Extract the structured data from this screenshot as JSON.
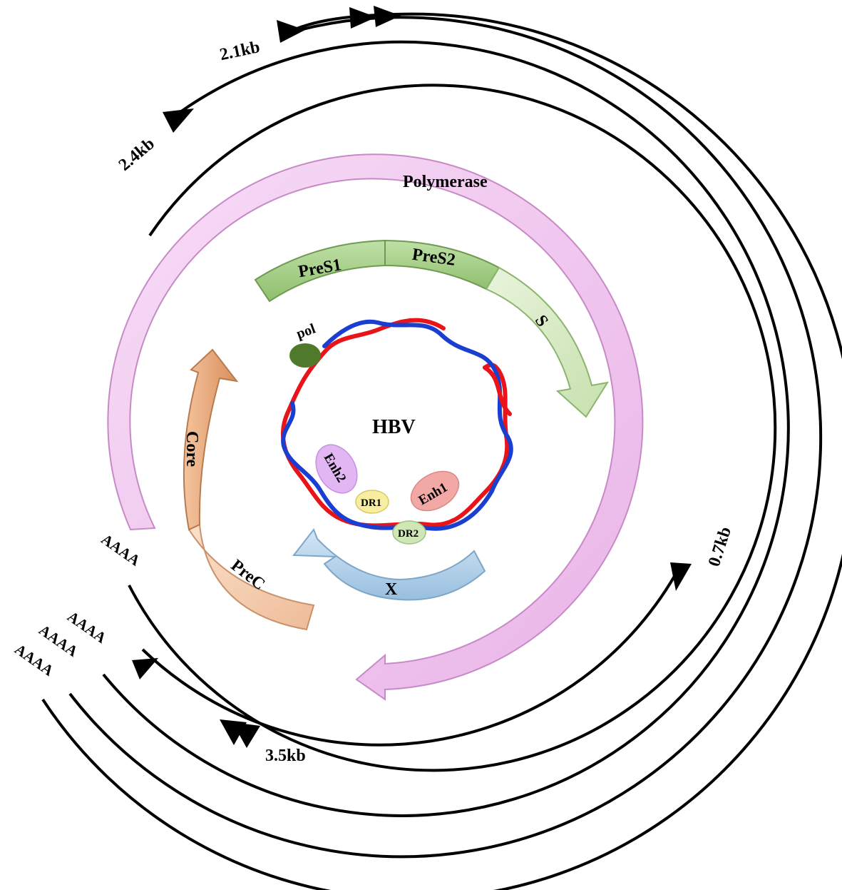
{
  "center_label": "HBV",
  "transcripts": {
    "t21": "2.1kb",
    "t24": "2.4kb",
    "t07": "0.7kb",
    "t35": "3.5kb",
    "polyA": "AAAA"
  },
  "genes": {
    "polymerase": "Polymerase",
    "pres1": "PreS1",
    "pres2": "PreS2",
    "s": "S",
    "core": "Core",
    "prec": "PreC",
    "x": "X"
  },
  "elements": {
    "pol": "pol",
    "enh1": "Enh1",
    "enh2": "Enh2",
    "dr1": "DR1",
    "dr2": "DR2"
  },
  "colors": {
    "polymerase": "#f0c4ef",
    "pres": "#a9cf8e",
    "s": "#d9ebc9",
    "core": "#e7a87f",
    "prec": "#f4cdb1",
    "x": "#b9d5ea",
    "red_strand": "#e8141a",
    "blue_strand": "#1a3fd0",
    "pol_ellipse": "#4f7a2c",
    "enh1": "#f2a9a6",
    "enh2": "#e2b6f2",
    "dr1": "#f7eea0",
    "dr2": "#cfe6b6"
  }
}
